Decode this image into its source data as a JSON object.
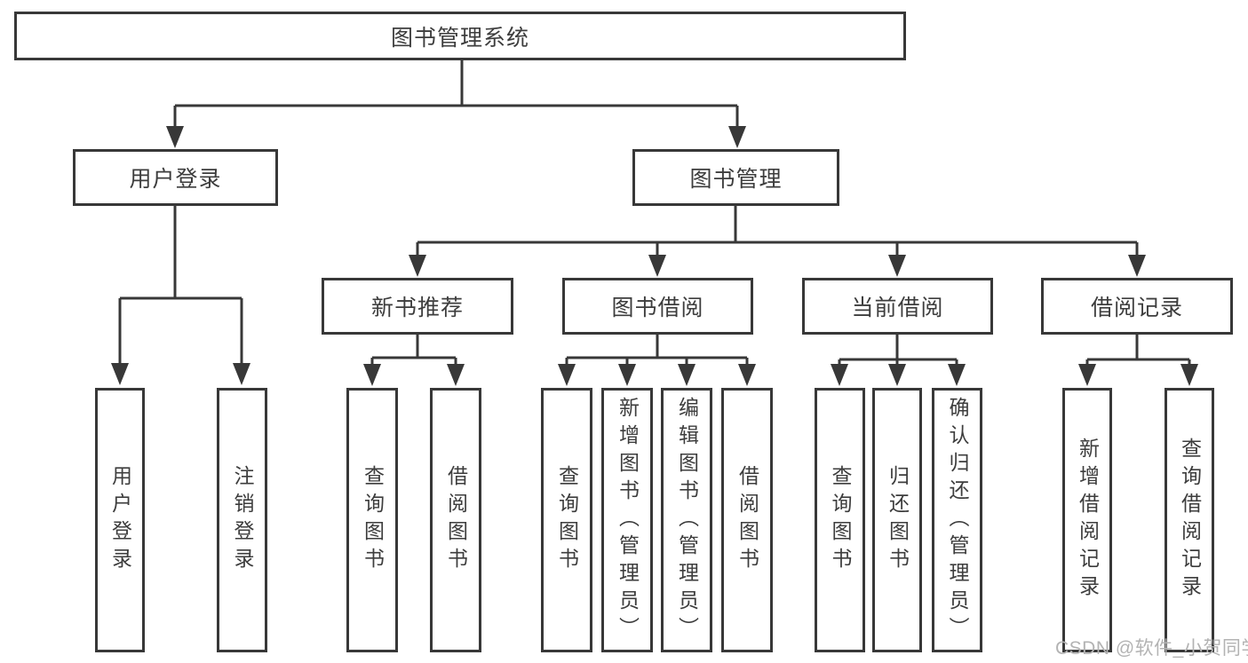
{
  "diagram": {
    "type": "hierarchy-tree",
    "colors": {
      "line": "#383838",
      "box_border": "#383838",
      "text": "#3d3d3d",
      "watermark": "#b3b3b3",
      "background": "#ffffff"
    },
    "root": {
      "label": "图书管理系统"
    },
    "branches": [
      {
        "label": "用户登录",
        "children": [
          {
            "label": "用户登录"
          },
          {
            "label": "注销登录"
          }
        ]
      },
      {
        "label": "图书管理",
        "children": [
          {
            "label": "新书推荐",
            "children": [
              {
                "label": "查询图书"
              },
              {
                "label": "借阅图书"
              }
            ]
          },
          {
            "label": "图书借阅",
            "children": [
              {
                "label": "查询图书"
              },
              {
                "label": "新增图书（管理员）"
              },
              {
                "label": "编辑图书（管理员）"
              },
              {
                "label": "借阅图书"
              }
            ]
          },
          {
            "label": "当前借阅",
            "children": [
              {
                "label": "查询图书"
              },
              {
                "label": "归还图书"
              },
              {
                "label": "确认归还（管理员）"
              }
            ]
          },
          {
            "label": "借阅记录",
            "children": [
              {
                "label": "新增借阅记录"
              },
              {
                "label": "查询借阅记录"
              }
            ]
          }
        ]
      }
    ],
    "watermark": "CSDN @软件_小贺同学"
  }
}
